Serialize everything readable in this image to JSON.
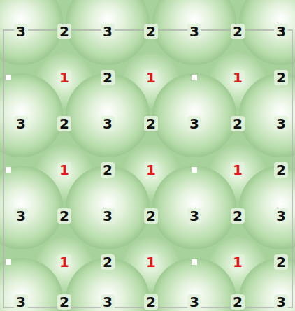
{
  "diagram": {
    "labels": [
      "3",
      "2",
      "3",
      "2",
      "3",
      "2",
      "3",
      "1",
      "2",
      "1",
      "1",
      "2",
      "3",
      "2",
      "3",
      "2",
      "3",
      "2",
      "3",
      "1",
      "2",
      "1",
      "1",
      "2",
      "3",
      "2",
      "3",
      "2",
      "3",
      "2",
      "3",
      "1",
      "2",
      "1",
      "1",
      "2",
      "3",
      "2",
      "3",
      "2",
      "3",
      "2",
      "3"
    ]
  }
}
